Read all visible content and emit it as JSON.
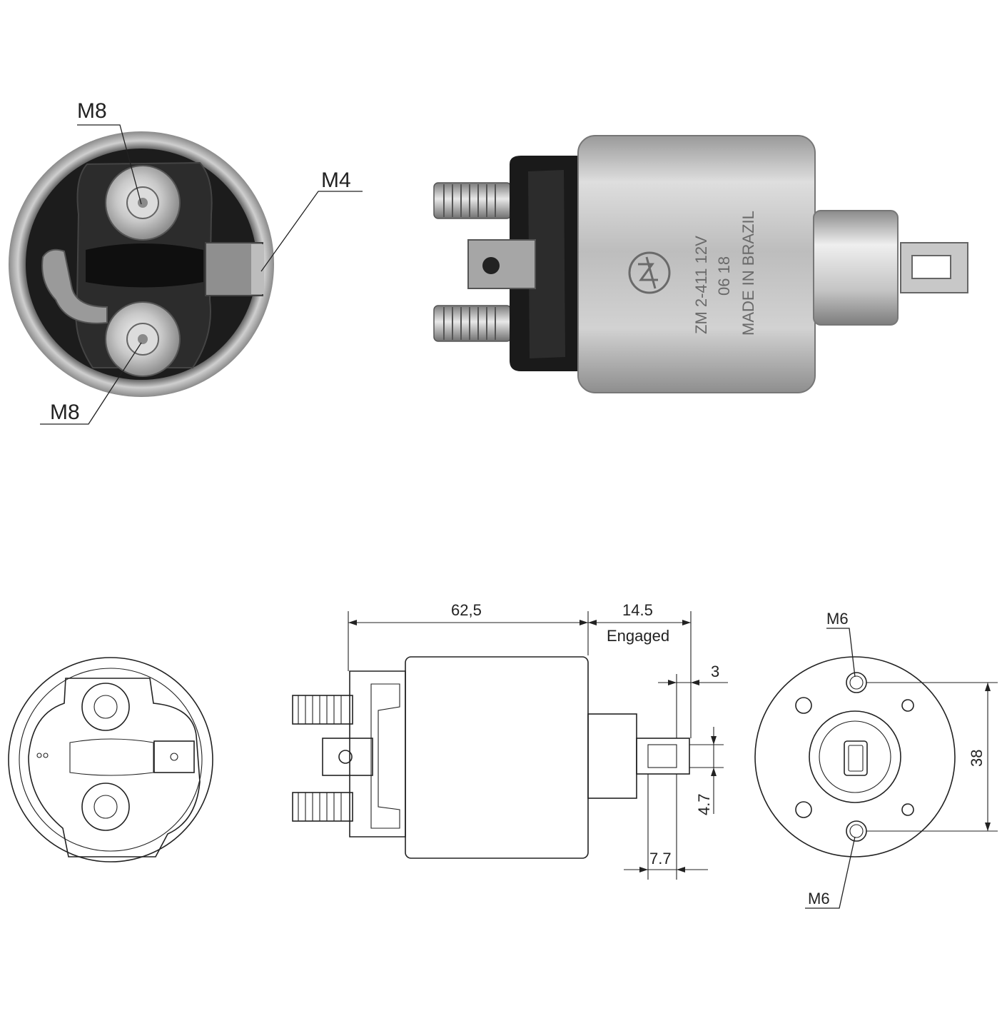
{
  "photo_end_view": {
    "labels": {
      "top_stud": "M8",
      "bottom_stud": "M8",
      "tab": "M4"
    }
  },
  "photo_side_view": {
    "stamp_lines": [
      "ZM 2-411 12V",
      "06 18",
      "MADE IN BRAZIL"
    ]
  },
  "drawing_side_view": {
    "dimensions": {
      "body_length": "62,5",
      "plunger_travel": "14.5",
      "plunger_state": "Engaged",
      "slot_offset": "3",
      "slot_width": "4.7",
      "tip_length": "7.7"
    }
  },
  "drawing_front_view": {
    "labels": {
      "top_hole": "M6",
      "bottom_hole": "M6",
      "hole_spacing": "38"
    }
  }
}
